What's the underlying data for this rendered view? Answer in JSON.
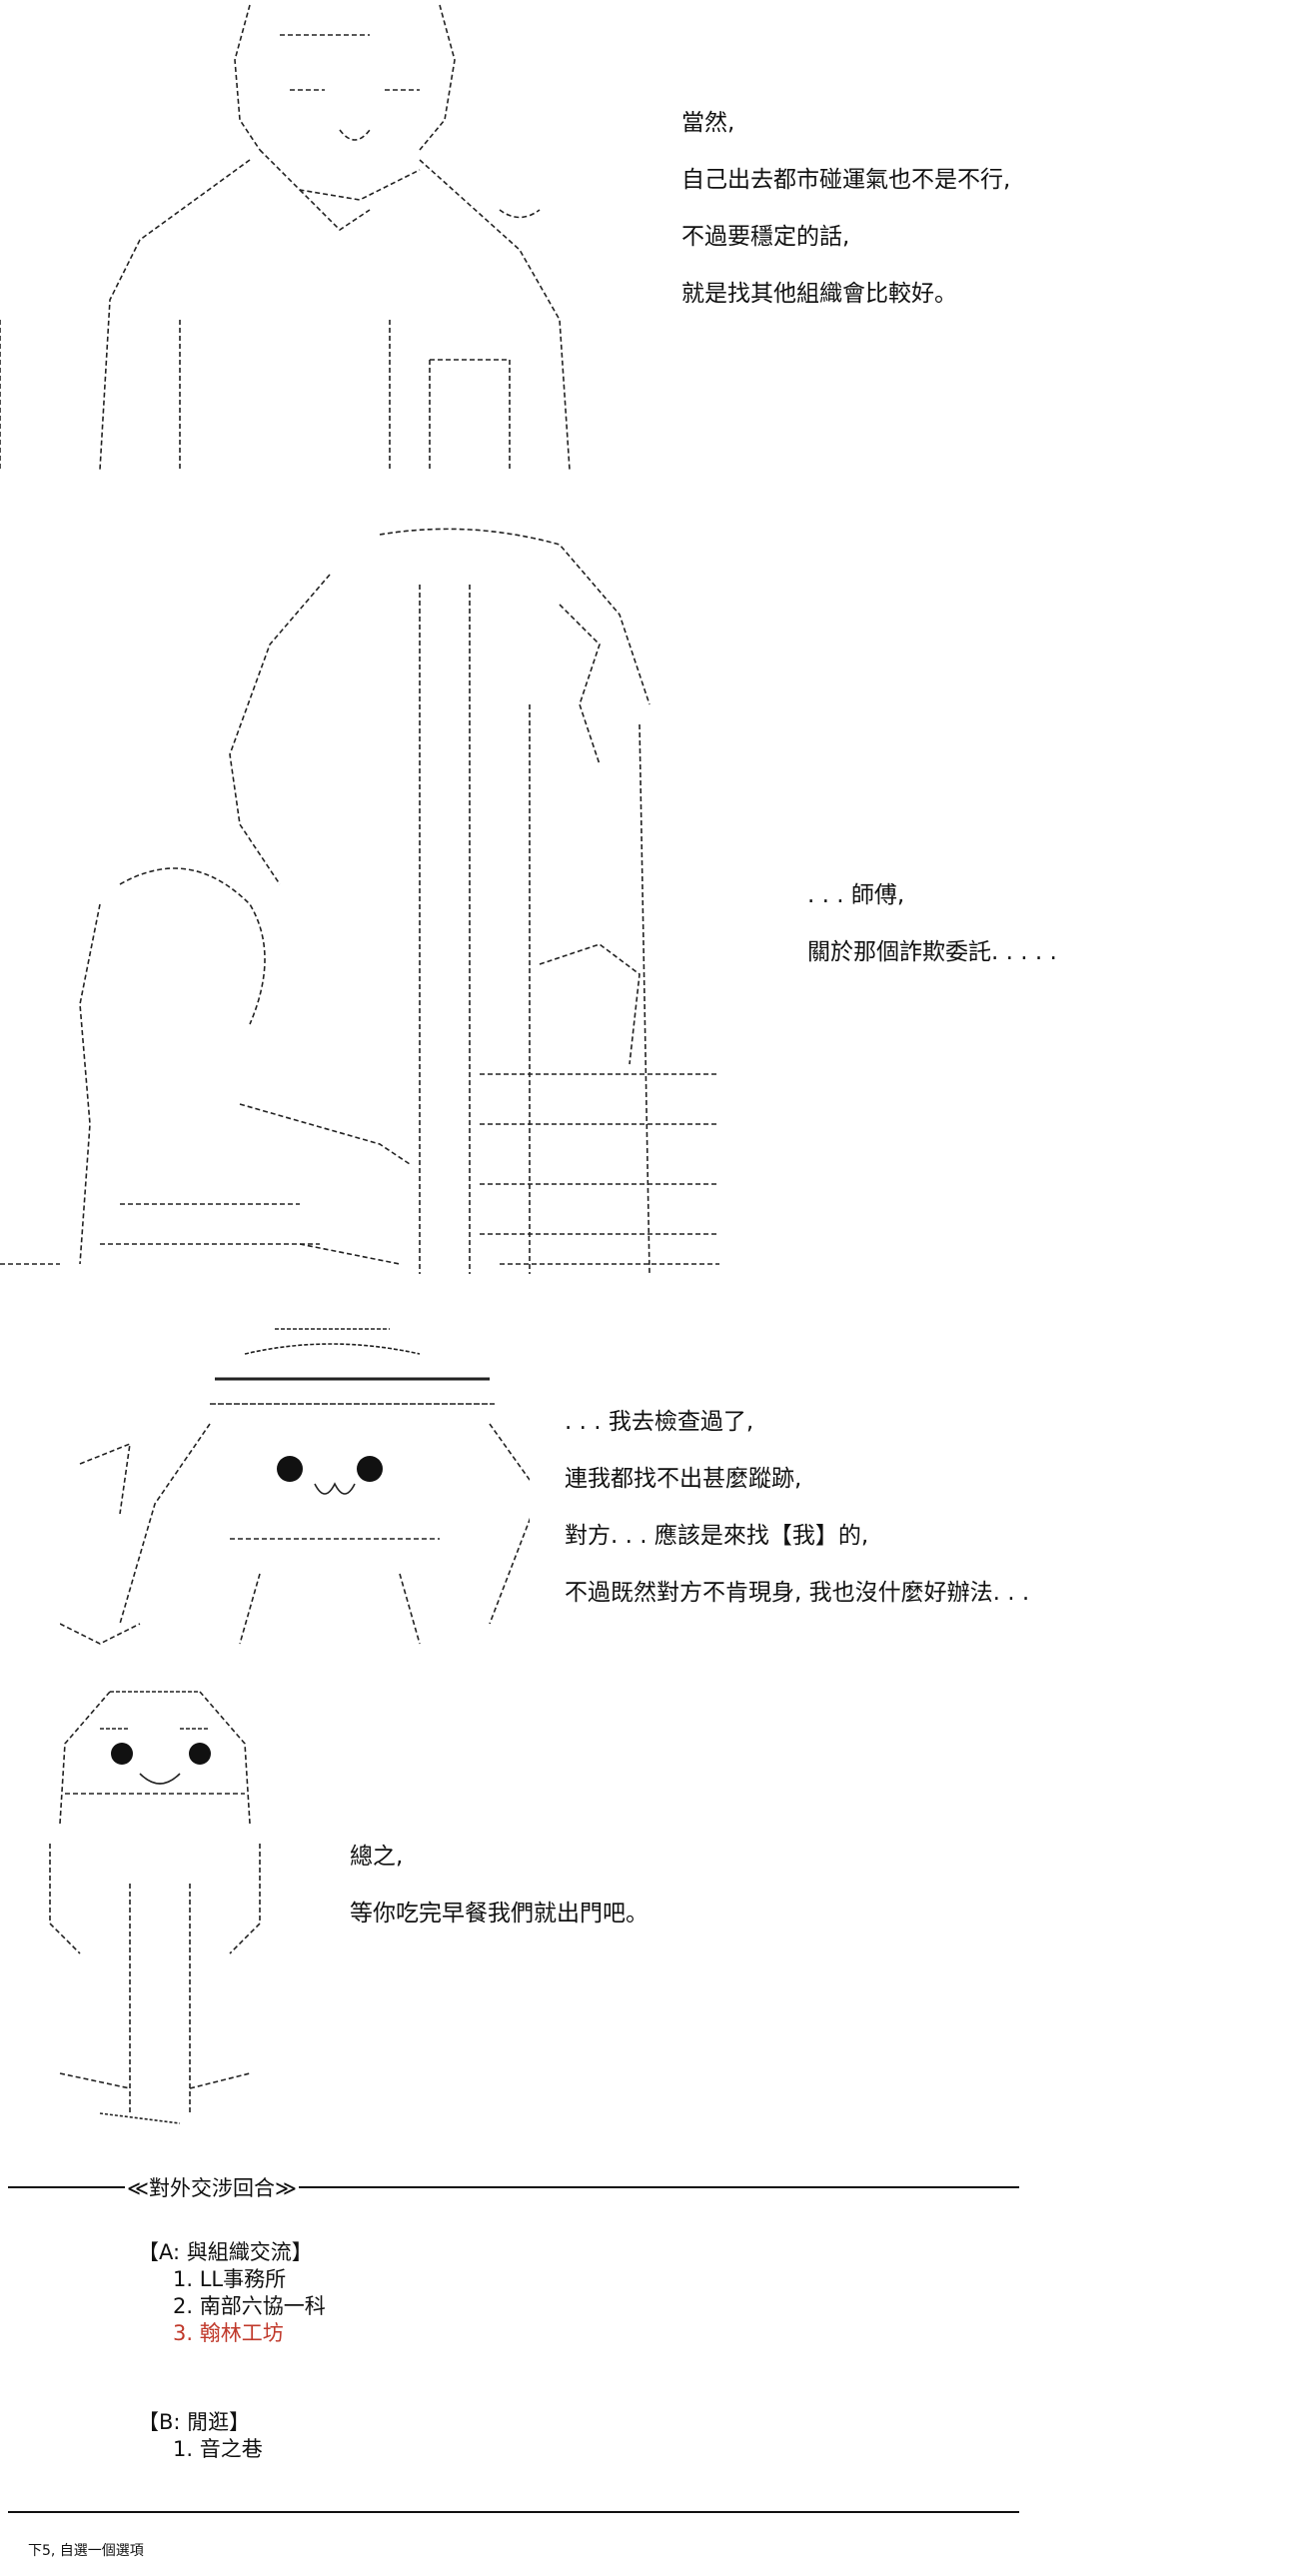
{
  "panels": [
    {
      "lines": [
        "當然,",
        "自己出去都市碰運氣也不是不行,",
        "不過要穩定的話,",
        "就是找其他組織會比較好。"
      ]
    },
    {
      "lines": [
        ". . . 師傅,",
        "關於那個詐欺委託. . . . ."
      ]
    },
    {
      "lines": [
        ". . . 我去檢查過了,",
        "連我都找不出甚麼蹤跡,",
        "對方. . . 應該是來找【我】的,",
        "不過既然對方不肯現身, 我也沒什麼好辦法. . ."
      ]
    },
    {
      "lines": [
        "總之,",
        "等你吃完早餐我們就出門吧。"
      ]
    }
  ],
  "menu": {
    "title": "≪對外交涉回合≫",
    "group_a": {
      "label": "【A: 與組織交流】",
      "options": [
        "1. LL事務所",
        "2. 南部六協一科",
        "3. 翰林工坊"
      ]
    },
    "group_b": {
      "label": "【B: 閒逛】",
      "options": [
        "1. 音之巷"
      ]
    },
    "footnote": "下5, 自選一個選項",
    "highlight_color": "#c0392b"
  }
}
